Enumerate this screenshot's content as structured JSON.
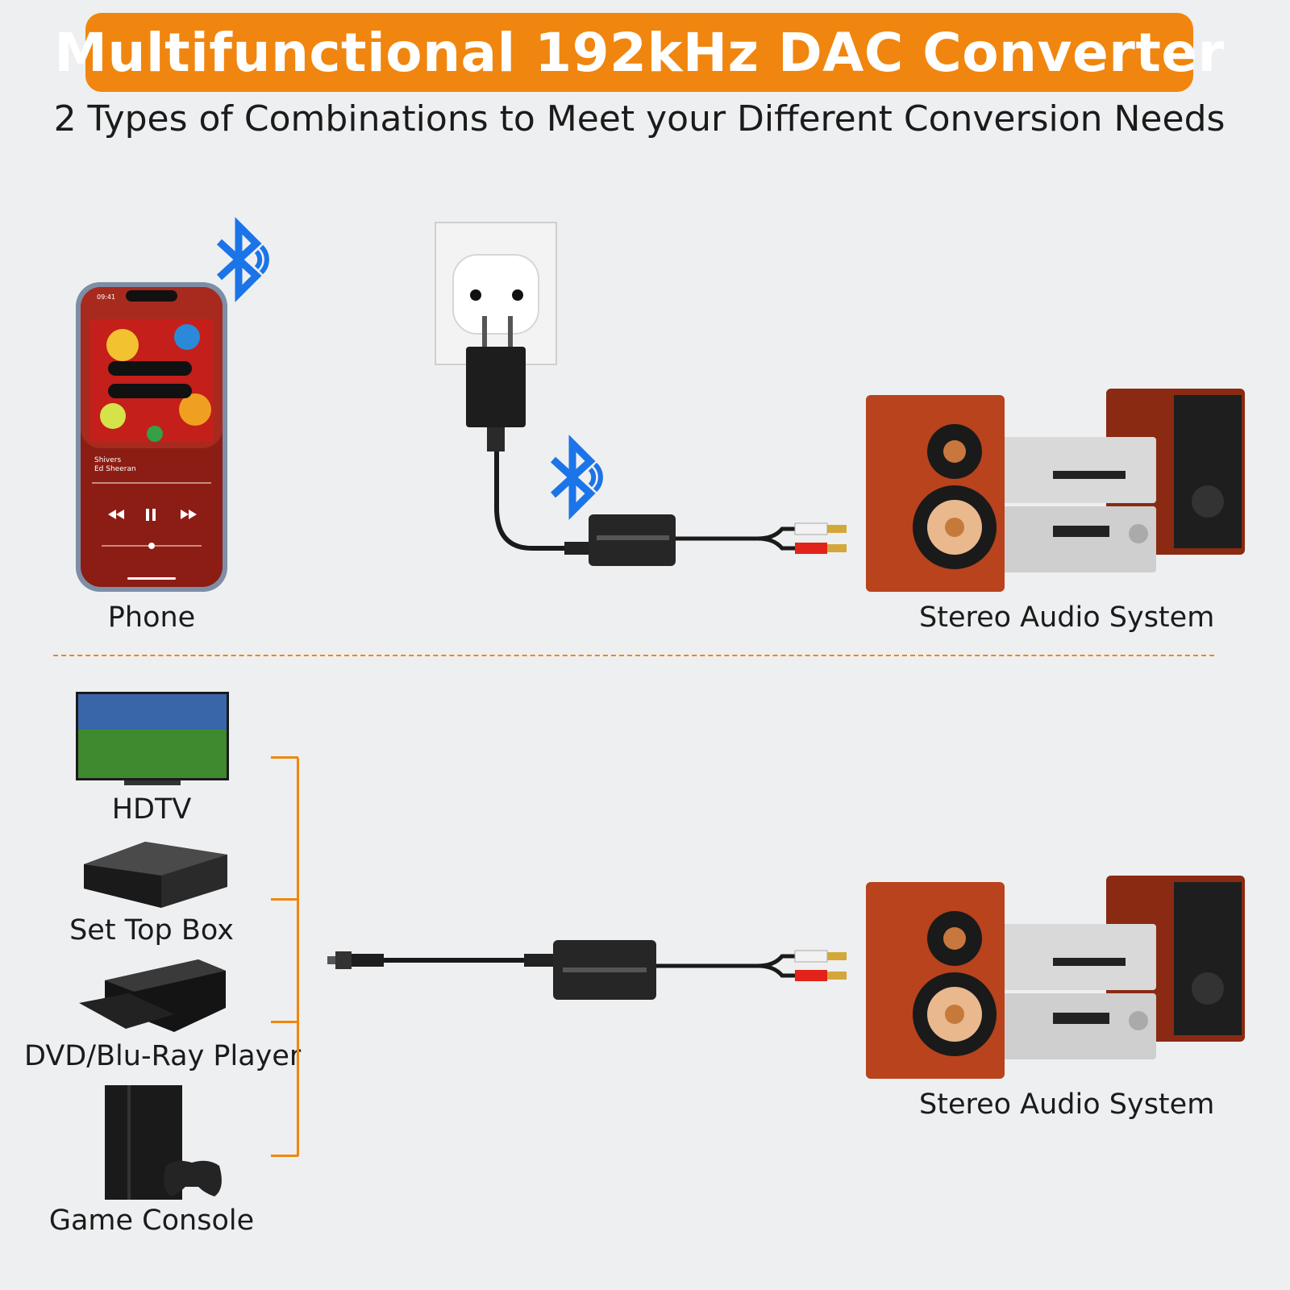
{
  "header": {
    "title": "Multifunctional 192kHz DAC Converter",
    "subtitle": "2 Types of Combinations to Meet your Different Conversion Needs"
  },
  "top_section": {
    "phone_label": "Phone",
    "stereo_label": "Stereo Audio System",
    "phone_screen": {
      "time": "09:41",
      "song": "Shivers",
      "artist": "Ed Sheeran"
    }
  },
  "bottom_section": {
    "sources": [
      "HDTV",
      "Set Top Box",
      "DVD/Blu-Ray Player",
      "Game Console"
    ],
    "stereo_label": "Stereo Audio System"
  },
  "colors": {
    "accent": "#f0860f",
    "bluetooth": "#1b74e8",
    "background": "#eeeff0"
  }
}
